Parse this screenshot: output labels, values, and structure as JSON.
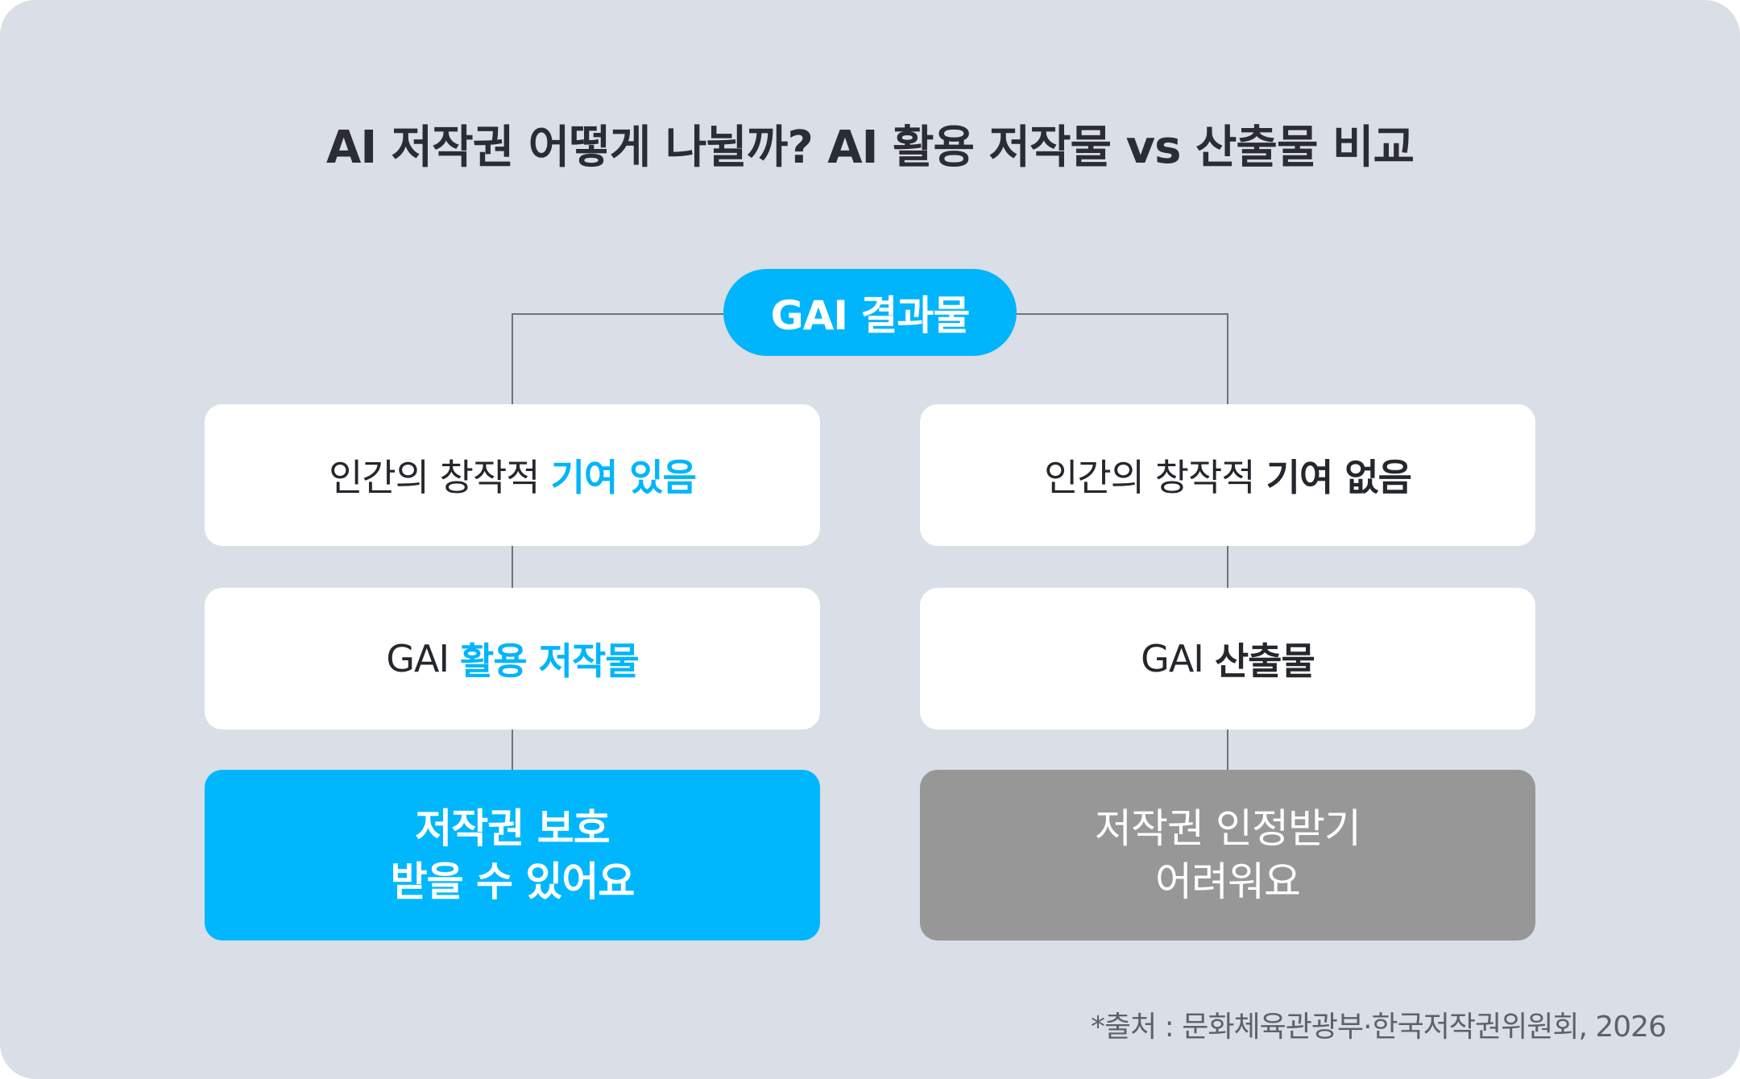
{
  "title": "AI 저작권 어떻게 나뉠까? AI 활용 저작물 vs 산출물 비교",
  "root": {
    "label": "GAI 결과물"
  },
  "left": {
    "contribution": {
      "prefix": "인간의 창작적",
      "highlight": "기여 있음"
    },
    "category": {
      "prefix": "GAI",
      "highlight": "활용 저작물"
    },
    "result": {
      "line1": "저작권 보호",
      "line2": "받을 수 있어요"
    }
  },
  "right": {
    "contribution": {
      "prefix": "인간의 창작적",
      "highlight": "기여 없음"
    },
    "category": {
      "prefix": "GAI",
      "highlight": "산출물"
    },
    "result": {
      "line1": "저작권 인정받기",
      "line2": "어려워요"
    }
  },
  "source": "*출처 : 문화체육관광부·한국저작권위원회, 2026",
  "colors": {
    "background": "#dadee6",
    "accent_blue": "#00b5fb",
    "result_gray": "#979797",
    "text_dark": "#24272c",
    "connector": "#6f737a"
  }
}
